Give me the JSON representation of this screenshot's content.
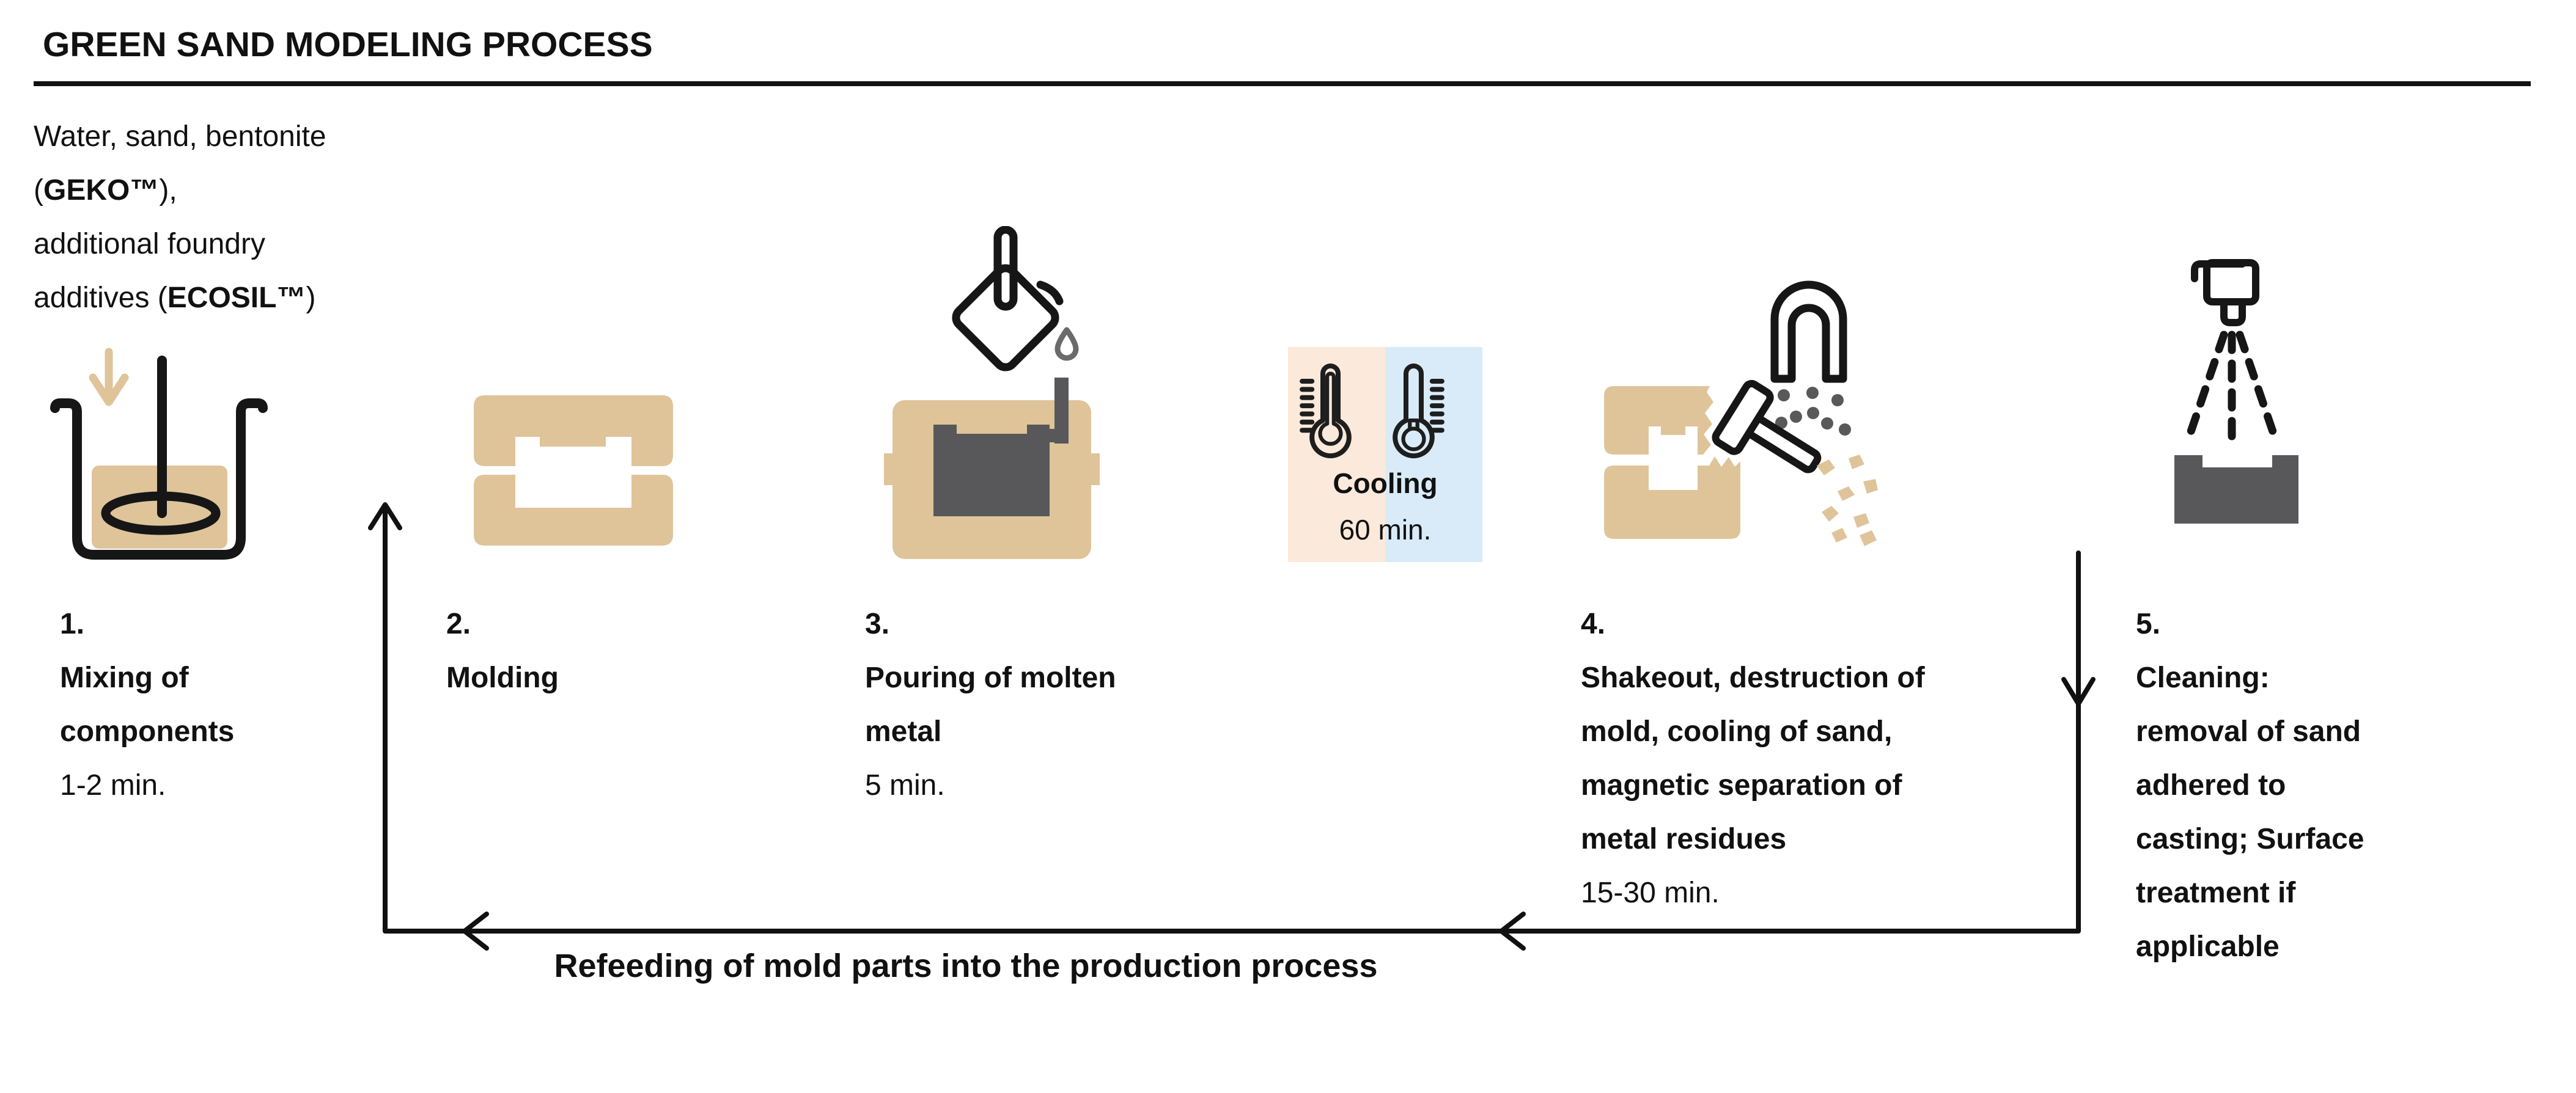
{
  "header": {
    "title": "GREEN SAND MODELING PROCESS"
  },
  "ingredients": {
    "line1": "Water, sand, bentonite",
    "line2_pre": "(",
    "line2_brand": "GEKO™",
    "line2_post": "),",
    "line3": "additional foundry",
    "line4_pre": "additives (",
    "line4_brand": "ECOSIL™",
    "line4_post": ")"
  },
  "steps": [
    {
      "number": "1.",
      "title_lines": [
        "Mixing of",
        "components"
      ],
      "duration": "1-2 min.",
      "icon": "mixing-vessel-icon"
    },
    {
      "number": "2.",
      "title_lines": [
        "Molding"
      ],
      "duration": "",
      "icon": "mold-halves-icon"
    },
    {
      "number": "3.",
      "title_lines": [
        "Pouring of molten",
        "metal"
      ],
      "duration": "5 min.",
      "icon": "pouring-ladle-icon"
    },
    {
      "number": "4.",
      "title_lines": [
        "Shakeout, destruction of",
        "mold, cooling of sand,",
        "magnetic separation of",
        "metal residues"
      ],
      "duration": "15-30 min.",
      "icon": "shakeout-magnet-hammer-icon"
    },
    {
      "number": "5.",
      "title_lines": [
        "Cleaning:",
        "removal of sand",
        "adhered to",
        "casting; Surface",
        "treatment if",
        "applicable"
      ],
      "duration": "",
      "icon": "spray-cleaning-icon"
    }
  ],
  "cooling": {
    "label": "Cooling",
    "duration": "60 min.",
    "hot_bg": "#FBE9DB",
    "cold_bg": "#D9EBF8"
  },
  "refeed": {
    "label": "Refeeding of mold parts into the production process"
  },
  "colors": {
    "sand": "#DFC49A",
    "metal_dark": "#58585A",
    "ink": "#161616",
    "residue_gray": "#595959",
    "droplet_gray": "#6B6B6B"
  }
}
